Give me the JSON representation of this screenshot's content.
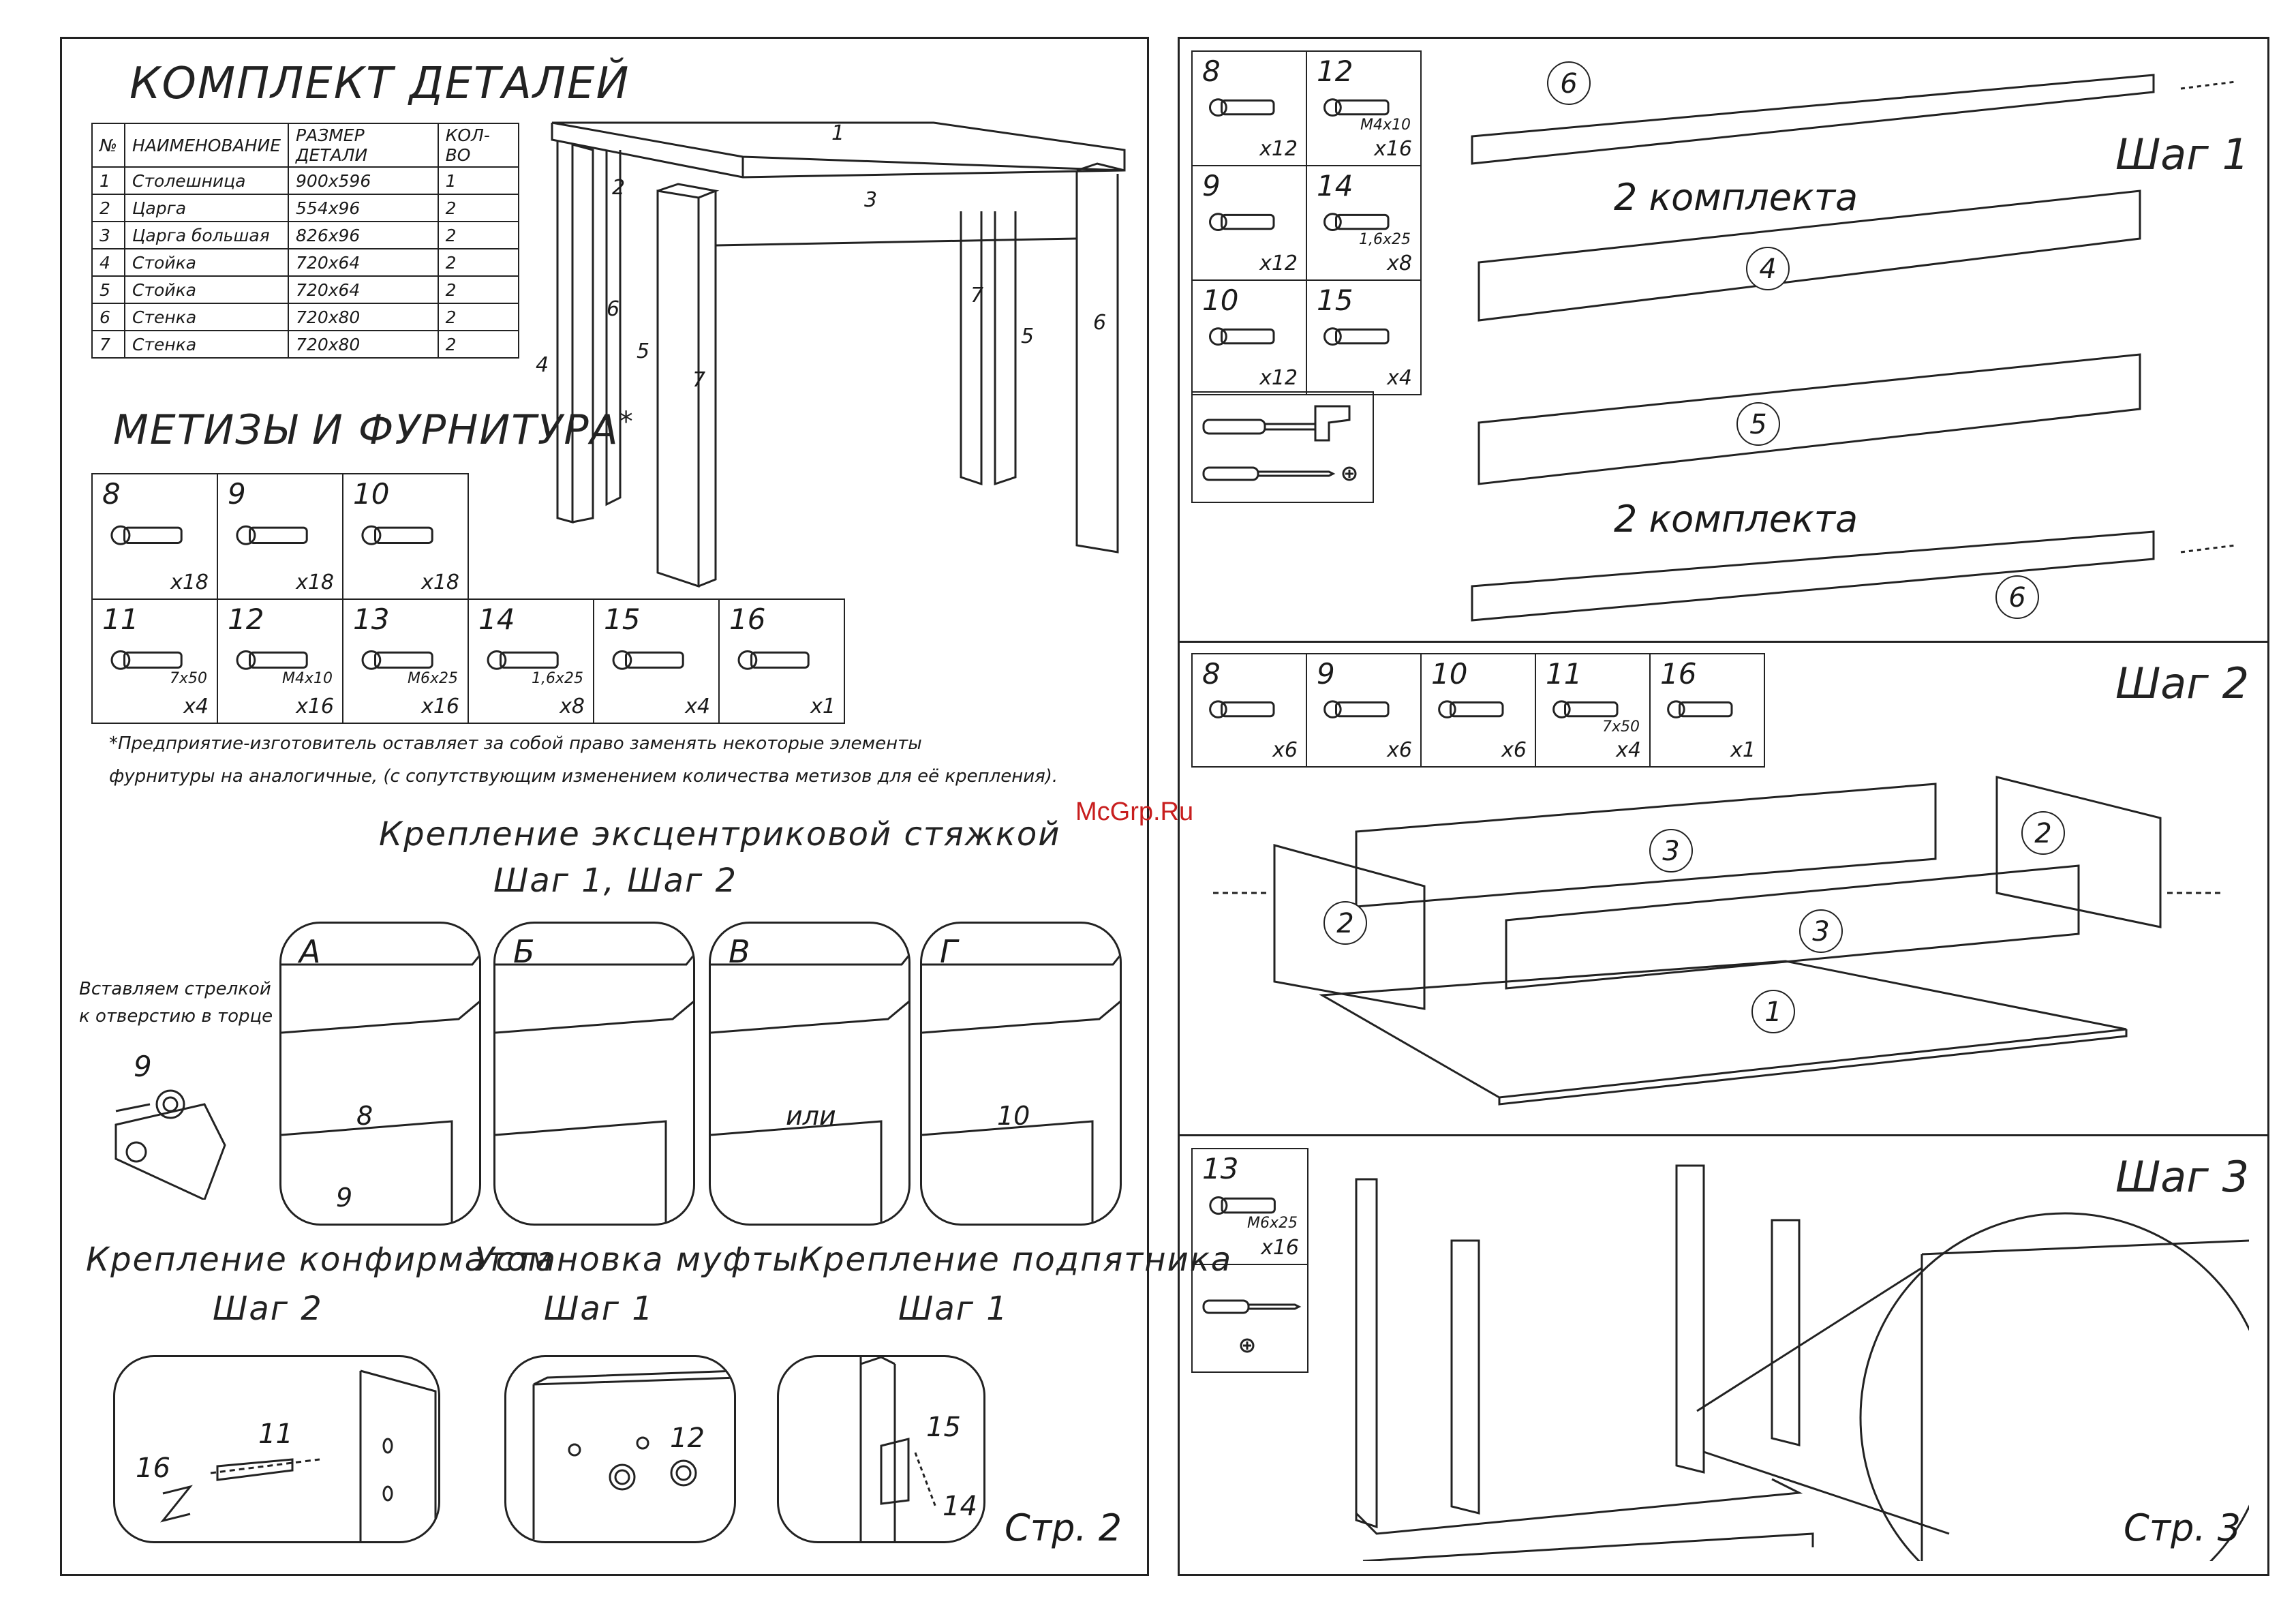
{
  "watermark": "McGrp.Ru",
  "left_page": {
    "kit_title": "КОМПЛЕКТ ДЕТАЛЕЙ",
    "table_headers": [
      "№",
      "НАИМЕНОВАНИЕ",
      "РАЗМЕР ДЕТАЛИ",
      "КОЛ-ВО"
    ],
    "parts": [
      {
        "n": "1",
        "name": "Столешница",
        "size": "900x596",
        "qty": "1"
      },
      {
        "n": "2",
        "name": "Царга",
        "size": "554x96",
        "qty": "2"
      },
      {
        "n": "3",
        "name": "Царга большая",
        "size": "826x96",
        "qty": "2"
      },
      {
        "n": "4",
        "name": "Стойка",
        "size": "720x64",
        "qty": "2"
      },
      {
        "n": "5",
        "name": "Стойка",
        "size": "720x64",
        "qty": "2"
      },
      {
        "n": "6",
        "name": "Стенка",
        "size": "720x80",
        "qty": "2"
      },
      {
        "n": "7",
        "name": "Стенка",
        "size": "720x80",
        "qty": "2"
      }
    ],
    "table_drawing_labels": [
      "1",
      "2",
      "3",
      "6",
      "4",
      "5",
      "7",
      "7",
      "5",
      "6"
    ],
    "hardware_title": "МЕТИЗЫ И ФУРНИТУРА",
    "hardware_asterisk": "*",
    "hardware_row1": [
      {
        "num": "8",
        "qty": "x18",
        "spec": ""
      },
      {
        "num": "9",
        "qty": "x18",
        "spec": ""
      },
      {
        "num": "10",
        "qty": "x18",
        "spec": ""
      }
    ],
    "hardware_row2": [
      {
        "num": "11",
        "qty": "x4",
        "spec": "7x50"
      },
      {
        "num": "12",
        "qty": "x16",
        "spec": "M4x10"
      },
      {
        "num": "13",
        "qty": "x16",
        "spec": "M6x25"
      },
      {
        "num": "14",
        "qty": "x8",
        "spec": "1,6x25"
      },
      {
        "num": "15",
        "qty": "x4",
        "spec": ""
      },
      {
        "num": "16",
        "qty": "x1",
        "spec": ""
      }
    ],
    "footnote_line1": "*Предприятие-изготовитель оставляет за собой право заменять некоторые элементы",
    "footnote_line2": "фурнитуры на аналогичные, (с сопутствующим изменением количества метизов для её крепления).",
    "eccentric_title": "Крепление эксцентриковой стяжкой",
    "eccentric_steps": "Шаг 1, Шаг 2",
    "insert_note_line1": "Вставляем стрелкой",
    "insert_note_line2": "к отверстию в торце",
    "insert_note_num": "9",
    "panels": [
      {
        "letter": "А",
        "labels": [
          "8",
          "9"
        ]
      },
      {
        "letter": "Б",
        "labels": []
      },
      {
        "letter": "В",
        "labels": [
          "или"
        ]
      },
      {
        "letter": "Г",
        "labels": [
          "10"
        ]
      }
    ],
    "confirmat_title": "Крепление конфирматом",
    "confirmat_step": "Шаг 2",
    "confirmat_labels": [
      "11",
      "16"
    ],
    "coupling_title": "Установка муфты",
    "coupling_step": "Шаг 1",
    "coupling_labels": [
      "12"
    ],
    "glider_title": "Крепление подпятника",
    "glider_step": "Шаг 1",
    "glider_labels": [
      "15",
      "14"
    ],
    "page_label": "Стр. 2"
  },
  "right_page": {
    "step1": {
      "title": "Шаг 1",
      "kit_note": "2 комплекта",
      "hardware": [
        {
          "num": "8",
          "qty": "x12",
          "spec": ""
        },
        {
          "num": "12",
          "qty": "x16",
          "spec": "M4x10"
        },
        {
          "num": "9",
          "qty": "x12",
          "spec": ""
        },
        {
          "num": "14",
          "qty": "x8",
          "spec": "1,6x25"
        },
        {
          "num": "10",
          "qty": "x12",
          "spec": ""
        },
        {
          "num": "15",
          "qty": "x4",
          "spec": ""
        }
      ],
      "part_labels": [
        "6",
        "4",
        "5",
        "6"
      ]
    },
    "step2": {
      "title": "Шаг 2",
      "hardware": [
        {
          "num": "8",
          "qty": "x6",
          "spec": ""
        },
        {
          "num": "9",
          "qty": "x6",
          "spec": ""
        },
        {
          "num": "10",
          "qty": "x6",
          "spec": ""
        },
        {
          "num": "11",
          "qty": "x4",
          "spec": "7x50"
        },
        {
          "num": "16",
          "qty": "x1",
          "spec": ""
        }
      ],
      "part_labels": [
        "3",
        "2",
        "2",
        "3",
        "1"
      ]
    },
    "step3": {
      "title": "Шаг 3",
      "hardware": [
        {
          "num": "13",
          "qty": "x16",
          "spec": "M6x25"
        }
      ]
    },
    "page_label": "Стр. 3"
  }
}
